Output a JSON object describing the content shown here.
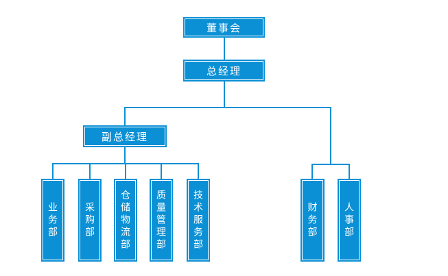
{
  "diagram": {
    "type": "org-chart",
    "colors": {
      "box_fill": "#0b90d5",
      "line": "#0b90d5",
      "box_text": "#ffffff",
      "inner_border": "#ffffff",
      "background": "#ffffff"
    },
    "root": {
      "label": "董事会",
      "children": [
        {
          "label": "总经理",
          "children": [
            {
              "label": "副总经理",
              "children": [
                {
                  "label": "业务部"
                },
                {
                  "label": "采购部"
                },
                {
                  "label": "仓储物流部"
                },
                {
                  "label": "质量管理部"
                },
                {
                  "label": "技术服务部"
                }
              ]
            },
            {
              "label": "财务部"
            },
            {
              "label": "人事部"
            }
          ]
        }
      ]
    }
  }
}
